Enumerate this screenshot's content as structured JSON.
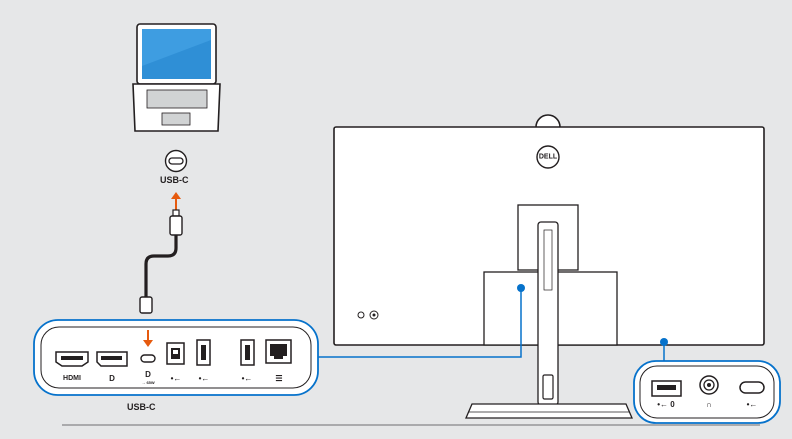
{
  "labels": {
    "laptop_port": "USB-C",
    "monitor_port": "USB-C"
  },
  "brand": "DELL",
  "back_ports": {
    "hdmi": "HDMI",
    "dp_in": "D",
    "dp_out": "D",
    "dp_out_sub": "→ 65W",
    "usb_up": "•←",
    "usb_down": "•←",
    "usb_a": "•←",
    "lan": "☰"
  },
  "side_ports": {
    "usb_a": "•← 0",
    "audio": "∩",
    "usb_c": "•←"
  },
  "colors": {
    "background": "#e6e7e8",
    "accent_blue": "#0672cb",
    "arrow_orange": "#e65a0e",
    "laptop_screen": "#2f8fd6",
    "outline": "#231f20",
    "panel": "#ffffff"
  }
}
